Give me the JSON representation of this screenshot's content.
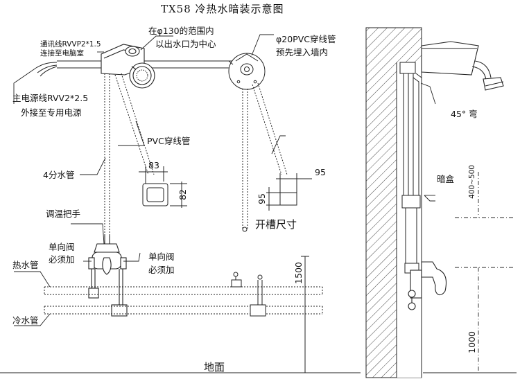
{
  "title": "TX58 冷热水暗装示意图",
  "labels": {
    "range_line1": "在φ130的范围内",
    "range_line2": "以出水口为中心",
    "pvc20_line1": "φ20PVC穿线管",
    "pvc20_line2": "预先埋入墙内",
    "comm_line1": "通讯线RVVP2*1.5",
    "comm_line2": "连接至电脑室",
    "power_line1": "主电源线RVV2*2.5",
    "power_line2": "外接至专用电源",
    "pvc_conduit": "PVC穿线管",
    "water_pipe": "4分水管",
    "mixer_handle": "调温把手",
    "check_valve_left_1": "单向阀",
    "check_valve_left_2": "必须加",
    "check_valve_right_1": "单向阀",
    "check_valve_right_2": "必须加",
    "hot_pipe": "热水管",
    "cold_pipe": "冷水管",
    "slot_size": "开槽尺寸",
    "ground": "地面",
    "elbow45": "45° 弯",
    "junction_box": "暗盒"
  },
  "dimensions": {
    "box_width": "83",
    "box_height": "82",
    "slot_width": "95",
    "slot_height": "95",
    "height_1500": "1500",
    "height_1000": "1000",
    "range_400_500": "400~500"
  }
}
